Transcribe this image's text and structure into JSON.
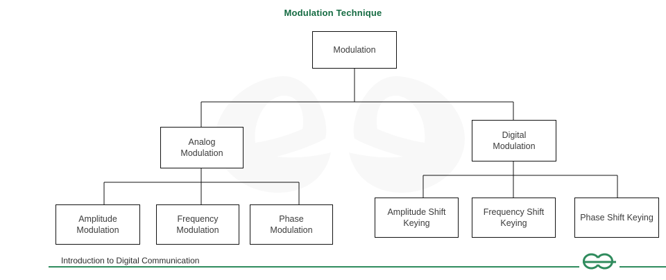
{
  "slide": {
    "title": "Modulation Technique",
    "title_color": "#156b42",
    "background": "#ffffff",
    "watermark_icon": "geeksforgeeks-logo-watermark"
  },
  "diagram": {
    "type": "tree",
    "node_border_color": "#111111",
    "node_fill": "#ffffff",
    "nodes": [
      {
        "id": "root",
        "label": "Modulation",
        "level": 0
      },
      {
        "id": "analog",
        "label": "Analog Modulation",
        "level": 1
      },
      {
        "id": "digital",
        "label": "Digital Modulation",
        "level": 1
      },
      {
        "id": "am",
        "label": "Amplitude Modulation",
        "level": 2
      },
      {
        "id": "fm",
        "label": "Frequency Modulation",
        "level": 2
      },
      {
        "id": "pm",
        "label": "Phase Modulation",
        "level": 2
      },
      {
        "id": "ask",
        "label": "Amplitude Shift Keying",
        "level": 2
      },
      {
        "id": "fsk",
        "label": "Frequency Shift Keying",
        "level": 2
      },
      {
        "id": "psk",
        "label": "Phase Shift Keying",
        "level": 2
      }
    ],
    "labels": {
      "root": "Modulation",
      "analog_line1": "Analog",
      "analog_line2": "Modulation",
      "digital_line1": "Digital",
      "digital_line2": "Modulation",
      "am": "Amplitude Modulation",
      "fm_line1": "Frequency",
      "fm_line2": "Modulation",
      "pm_line1": "Phase",
      "pm_line2": "Modulation",
      "ask_line1": "Amplitude Shift",
      "ask_line2": "Keying",
      "fsk_line1": "Frequency Shift",
      "fsk_line2": "Keying",
      "psk": "Phase Shift Keying"
    },
    "edges": [
      {
        "from": "root",
        "to": "analog"
      },
      {
        "from": "root",
        "to": "digital"
      },
      {
        "from": "analog",
        "to": "am"
      },
      {
        "from": "analog",
        "to": "fm"
      },
      {
        "from": "analog",
        "to": "pm"
      },
      {
        "from": "digital",
        "to": "ask"
      },
      {
        "from": "digital",
        "to": "fsk"
      },
      {
        "from": "digital",
        "to": "psk"
      }
    ]
  },
  "footer": {
    "text": "Introduction to Digital Communication",
    "rule_color": "#2f8b5d",
    "logo_icon": "geeksforgeeks-logo",
    "logo_color": "#2f8b5d"
  }
}
